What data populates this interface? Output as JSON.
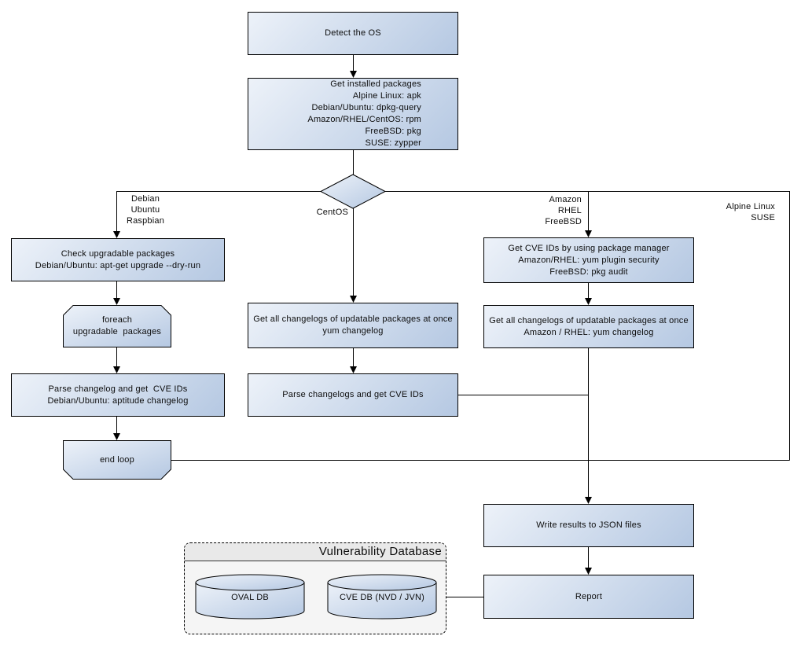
{
  "nodes": {
    "detect_os": "Detect the OS",
    "get_installed_packages": "Get installed packages\nAlpine Linux: apk\nDebian/Ubuntu: dpkg-query\nAmazon/RHEL/CentOS: rpm\nFreeBSD: pkg\nSUSE: zypper",
    "check_upgradable": "Check upgradable packages\nDebian/Ubuntu: apt-get upgrade --dry-run",
    "foreach_loop": "foreach\nupgradable  packages",
    "parse_changelog_deb": "Parse changelog and get  CVE IDs\nDebian/Ubuntu: aptitude changelog",
    "end_loop": "end loop",
    "get_changelogs_centos": "Get all changelogs of updatable packages at once\nyum changelog",
    "parse_changelogs_centos": "Parse changelogs and get CVE IDs",
    "get_cve_pkg_manager": "Get CVE IDs by using package manager\nAmazon/RHEL: yum plugin security\nFreeBSD: pkg audit",
    "get_changelogs_amazon": "Get all changelogs of updatable packages at once\nAmazon / RHEL: yum changelog",
    "write_results": "Write results to JSON files",
    "report": "Report"
  },
  "branch_labels": {
    "left": "Debian\nUbuntu\nRaspbian",
    "center": "CentOS",
    "right": "Amazon\nRHEL\nFreeBSD",
    "far_right": "Alpine Linux\nSUSE"
  },
  "cluster": {
    "title": "Vulnerability Database",
    "cylinders": [
      {
        "label": "OVAL DB"
      },
      {
        "label": "CVE DB (NVD / JVN)"
      }
    ]
  },
  "edges": [
    {
      "from": "detect_os",
      "to": "get_installed_packages"
    },
    {
      "from": "get_installed_packages",
      "to": "os_decision"
    },
    {
      "from": "os_decision",
      "to": "check_upgradable",
      "label": "Debian Ubuntu Raspbian"
    },
    {
      "from": "os_decision",
      "to": "get_changelogs_centos",
      "label": "CentOS"
    },
    {
      "from": "os_decision",
      "to": "get_cve_pkg_manager",
      "label": "Amazon RHEL FreeBSD"
    },
    {
      "from": "os_decision",
      "to": "write_results",
      "label": "Alpine Linux SUSE"
    },
    {
      "from": "check_upgradable",
      "to": "foreach_loop"
    },
    {
      "from": "foreach_loop",
      "to": "parse_changelog_deb"
    },
    {
      "from": "parse_changelog_deb",
      "to": "end_loop"
    },
    {
      "from": "end_loop",
      "to": "write_results"
    },
    {
      "from": "get_changelogs_centos",
      "to": "parse_changelogs_centos"
    },
    {
      "from": "parse_changelogs_centos",
      "to": "write_results"
    },
    {
      "from": "get_cve_pkg_manager",
      "to": "get_changelogs_amazon"
    },
    {
      "from": "get_changelogs_amazon",
      "to": "write_results"
    },
    {
      "from": "write_results",
      "to": "report"
    },
    {
      "from": "vulnerability_database",
      "to": "report"
    }
  ],
  "colors": {
    "node_gradient_start": "#edf2f9",
    "node_gradient_end": "#b5c8e2",
    "node_border": "#000000",
    "cluster_bg": "#f5f5f5",
    "cluster_band_bg": "#e9e9e9",
    "edge": "#000000"
  }
}
